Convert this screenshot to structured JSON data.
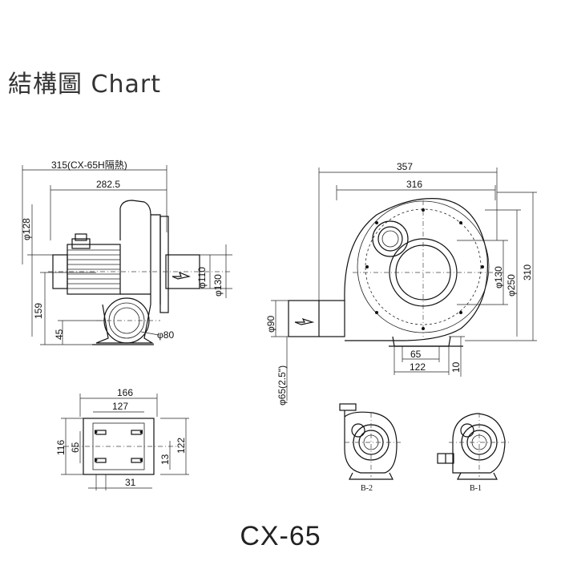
{
  "title": "結構圖 Chart",
  "model": "CX-65",
  "side_view": {
    "overall_width": "315(CX-65H隔熱)",
    "motor_width": "282.5",
    "height_128": "φ128",
    "dia_110": "φ110",
    "dia_130": "φ130",
    "height_159": "159",
    "height_45": "45",
    "dia_80": "φ80"
  },
  "front_view": {
    "width_357": "357",
    "width_316": "316",
    "dia_130": "φ130",
    "dia_250": "φ250",
    "height_310": "310",
    "dia_90": "φ90",
    "dia_65": "φ65(2.5\")",
    "base_65": "65",
    "base_122": "122",
    "height_10": "10"
  },
  "base_view": {
    "width_166": "166",
    "width_127": "127",
    "height_116": "116",
    "height_65": "65",
    "height_13": "13",
    "height_122": "122",
    "width_31": "31"
  },
  "variants": {
    "b2_label": "B-2",
    "b1_label": "B-1"
  }
}
